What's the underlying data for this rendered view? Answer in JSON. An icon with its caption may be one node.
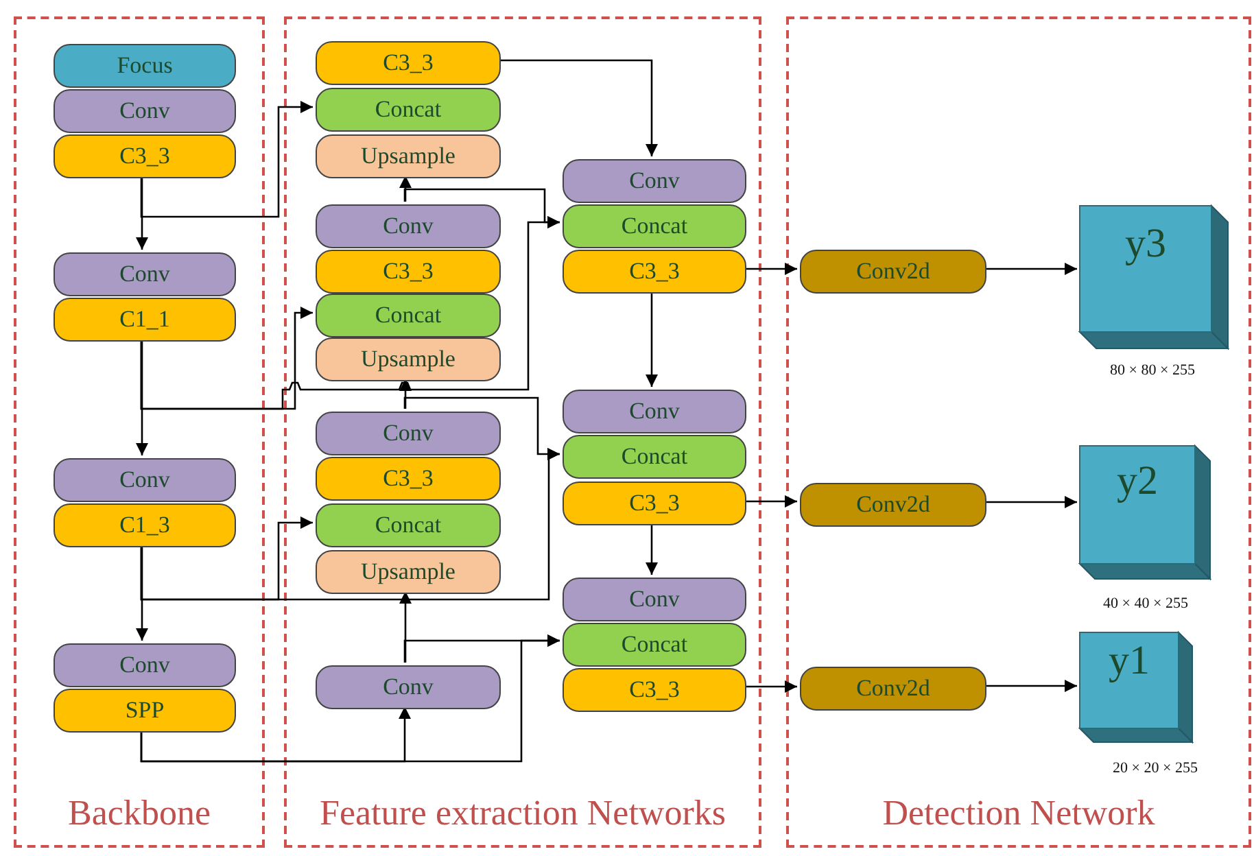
{
  "diagram": {
    "nodes": [
      {
        "text": [
          "Backbone"
        ]
      },
      {
        "text": [
          "Feature extraction Networks"
        ]
      },
      {
        "text": [
          "Detection Network"
        ]
      },
      {
        "text": [
          "Focus"
        ],
        "in": 0
      },
      {
        "text": [
          "Conv"
        ],
        "in": 0
      },
      {
        "text": [
          "C3_3"
        ],
        "in": 0
      },
      {
        "text": [
          "Conv"
        ],
        "in": 0
      },
      {
        "text": [
          "C1_1"
        ],
        "in": 0
      },
      {
        "text": [
          "Conv"
        ],
        "in": 0
      },
      {
        "text": [
          "C1_3"
        ],
        "in": 0
      },
      {
        "text": [
          "Conv"
        ],
        "in": 0
      },
      {
        "text": [
          "SPP"
        ],
        "in": 0
      },
      {
        "text": [
          "C3_3"
        ],
        "in": 1
      },
      {
        "text": [
          "Concat"
        ],
        "in": 1
      },
      {
        "text": [
          "Upsample"
        ],
        "in": 1
      },
      {
        "text": [
          "Conv"
        ],
        "in": 1
      },
      {
        "text": [
          "C3_3"
        ],
        "in": 1
      },
      {
        "text": [
          "Concat"
        ],
        "in": 1
      },
      {
        "text": [
          "Upsample"
        ],
        "in": 1
      },
      {
        "text": [
          "Conv"
        ],
        "in": 1
      },
      {
        "text": [
          "C3_3"
        ],
        "in": 1
      },
      {
        "text": [
          "Concat"
        ],
        "in": 1
      },
      {
        "text": [
          "Upsample"
        ],
        "in": 1
      },
      {
        "text": [
          "Conv"
        ],
        "in": 1
      },
      {
        "text": [
          "Conv"
        ],
        "in": 1
      },
      {
        "text": [
          "Concat"
        ],
        "in": 1
      },
      {
        "text": [
          "C3_3"
        ],
        "in": 1
      },
      {
        "text": [
          "Conv"
        ],
        "in": 1
      },
      {
        "text": [
          "Concat"
        ],
        "in": 1
      },
      {
        "text": [
          "C3_3"
        ],
        "in": 1
      },
      {
        "text": [
          "Conv"
        ],
        "in": 1
      },
      {
        "text": [
          "Concat"
        ],
        "in": 1
      },
      {
        "text": [
          "C3_3"
        ],
        "in": 1
      },
      {
        "text": [
          "Conv2d"
        ],
        "in": 2
      },
      {
        "text": [
          "y3"
        ],
        "in": 2,
        "beside": [
          "80 ×  80 × 255"
        ]
      },
      {
        "text": [
          "Conv2d"
        ],
        "in": 2
      },
      {
        "text": [
          "y2"
        ],
        "in": 2,
        "beside": [
          "40 × 40 × 255"
        ]
      },
      {
        "text": [
          "Conv2d"
        ],
        "in": 2
      },
      {
        "text": [
          "y1"
        ],
        "in": 2,
        "beside": [
          "20 × 20 × 255"
        ]
      }
    ],
    "edges": [
      {
        "from": 5,
        "to": 6,
        "arrow": "to"
      },
      {
        "from": 5,
        "to": 13,
        "arrow": "to"
      },
      {
        "from": 7,
        "to": 8,
        "arrow": "to"
      },
      {
        "from": 7,
        "to": 17,
        "arrow": "to"
      },
      {
        "from": 7,
        "to": 25,
        "arrow": "to"
      },
      {
        "from": 9,
        "to": 10,
        "arrow": "to"
      },
      {
        "from": 9,
        "to": 21,
        "arrow": "to"
      },
      {
        "from": 9,
        "to": 28,
        "arrow": "to"
      },
      {
        "from": 11,
        "to": 23,
        "arrow": "to"
      },
      {
        "from": 11,
        "to": 31,
        "arrow": "to"
      },
      {
        "from": 23,
        "to": 22,
        "arrow": "to"
      },
      {
        "from": 23,
        "to": 31,
        "arrow": "to"
      },
      {
        "from": 19,
        "to": 18,
        "arrow": "to"
      },
      {
        "from": 19,
        "to": 28,
        "arrow": "to"
      },
      {
        "from": 15,
        "to": 14,
        "arrow": "to"
      },
      {
        "from": 15,
        "to": 25,
        "arrow": "to"
      },
      {
        "from": 12,
        "to": 24,
        "arrow": "to"
      },
      {
        "from": 26,
        "to": 27,
        "arrow": "to"
      },
      {
        "from": 29,
        "to": 30,
        "arrow": "to"
      },
      {
        "from": 26,
        "to": 33,
        "arrow": "to"
      },
      {
        "from": 29,
        "to": 35,
        "arrow": "to"
      },
      {
        "from": 32,
        "to": 37,
        "arrow": "to"
      },
      {
        "from": 33,
        "to": 34,
        "arrow": "to"
      },
      {
        "from": 35,
        "to": 36,
        "arrow": "to"
      },
      {
        "from": 37,
        "to": 38,
        "arrow": "to"
      }
    ]
  }
}
